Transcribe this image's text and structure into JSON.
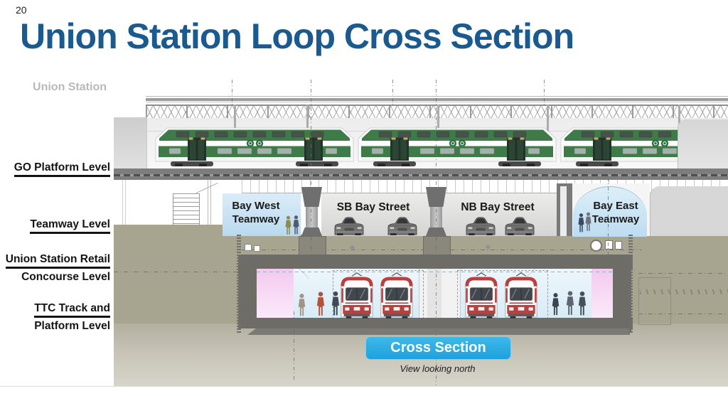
{
  "slide": {
    "number": "20",
    "title": "Union Station Loop Cross Section"
  },
  "station_label": "Union Station",
  "level_labels": {
    "go_platform": "GO Platform Level",
    "teamway": "Teamway Level",
    "retail_line1": "Union Station Retail",
    "retail_line2": "Concourse Level",
    "ttc_line1": "TTC Track and",
    "ttc_line2": "Platform Level"
  },
  "teamway_level": {
    "bay_west_line1": "Bay West",
    "bay_west_line2": "Teamway",
    "sb_bay_street": "SB Bay Street",
    "nb_bay_street": "NB Bay Street",
    "bay_east_line1": "Bay East",
    "bay_east_line2": "Teamway"
  },
  "caption": {
    "button": "Cross Section",
    "note": "View looking north"
  },
  "colors": {
    "title_blue": "#1A5A8E",
    "button_blue": "#29ABE2",
    "go_green": "#3E7B49",
    "ttc_red": "#B8403E",
    "ground_olive": "#A7A48F",
    "teamway_sky": "#CFE4F3",
    "platform_pink": "#F2C6EE",
    "concrete_gray": "#6E6C66"
  }
}
